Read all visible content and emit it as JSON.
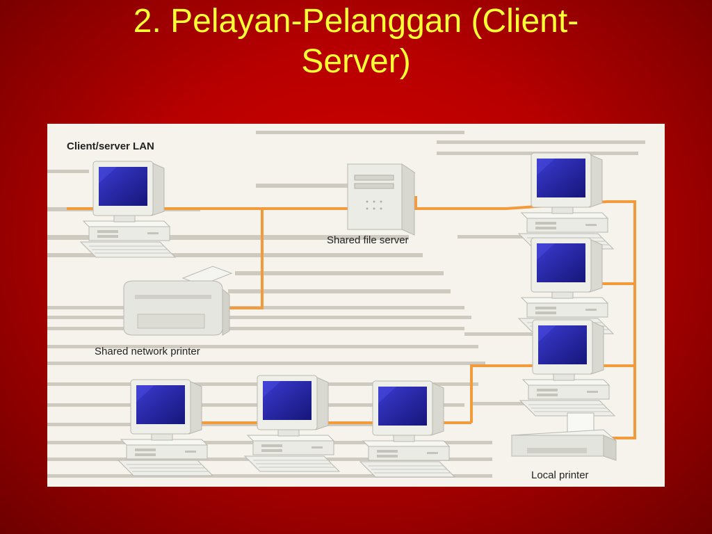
{
  "slide": {
    "title_line1": "2. Pelayan-Pelanggan (Client-",
    "title_line2": "Server)"
  },
  "diagram": {
    "heading": "Client/server LAN",
    "labels": {
      "server": "Shared file server",
      "network_printer": "Shared network printer",
      "local_printer": "Local printer"
    },
    "nodes": [
      {
        "id": "client-top-left",
        "type": "desktop-computer"
      },
      {
        "id": "file-server",
        "type": "tower-server"
      },
      {
        "id": "network-printer",
        "type": "laser-printer"
      },
      {
        "id": "client-right-1",
        "type": "desktop-computer"
      },
      {
        "id": "client-right-2",
        "type": "desktop-computer"
      },
      {
        "id": "client-right-3",
        "type": "desktop-computer"
      },
      {
        "id": "client-bottom-1",
        "type": "desktop-computer"
      },
      {
        "id": "client-bottom-2",
        "type": "desktop-computer"
      },
      {
        "id": "client-bottom-3",
        "type": "desktop-computer"
      },
      {
        "id": "local-printer",
        "type": "inkjet-printer"
      }
    ],
    "colors": {
      "cable": "#f39a3a",
      "screen": "#2a2aa8",
      "title_text": "#ffff33",
      "slide_background": "#c00000"
    }
  }
}
